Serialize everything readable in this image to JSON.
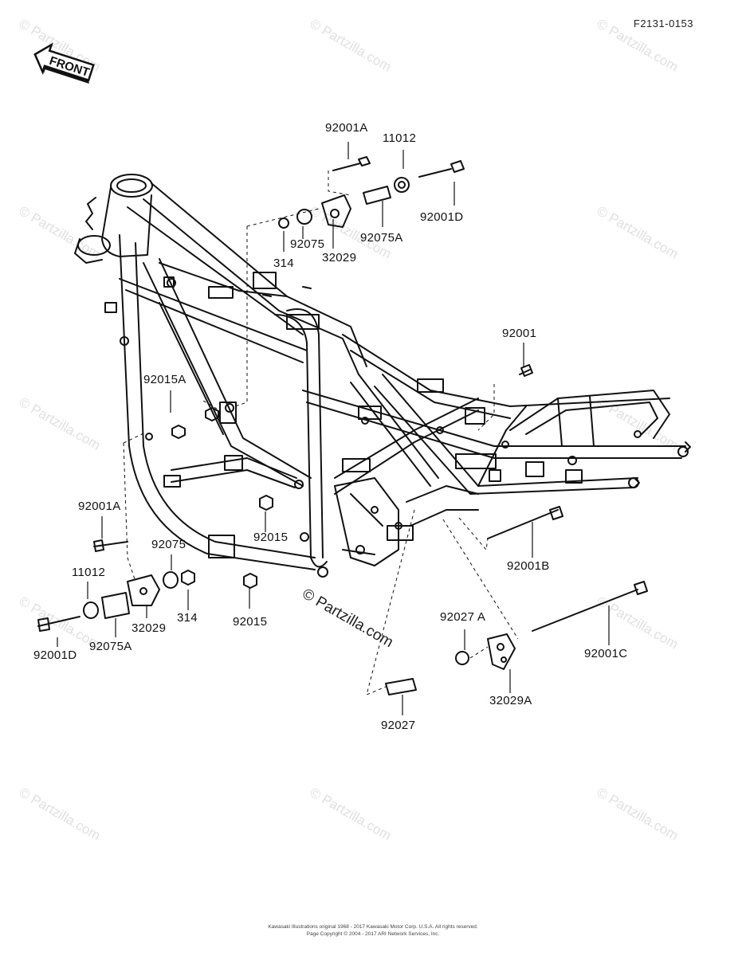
{
  "figure_id": "F2131-0153",
  "front_label": "FRONT",
  "watermark": "© Partzilla.com",
  "watermark_center": "© Partzilla.com",
  "parts": [
    {
      "id": "p1",
      "label": "92001A"
    },
    {
      "id": "p2",
      "label": "11012"
    },
    {
      "id": "p3",
      "label": "92075"
    },
    {
      "id": "p4",
      "label": "314"
    },
    {
      "id": "p5",
      "label": "32029"
    },
    {
      "id": "p6",
      "label": "92075A"
    },
    {
      "id": "p7",
      "label": "92001D"
    },
    {
      "id": "p8",
      "label": "92001"
    },
    {
      "id": "p9",
      "label": "92015A"
    },
    {
      "id": "p10",
      "label": "92001A"
    },
    {
      "id": "p11",
      "label": "92075"
    },
    {
      "id": "p12",
      "label": "11012"
    },
    {
      "id": "p13",
      "label": "32029"
    },
    {
      "id": "p14",
      "label": "314"
    },
    {
      "id": "p15",
      "label": "92001D"
    },
    {
      "id": "p16",
      "label": "92075A"
    },
    {
      "id": "p17",
      "label": "92015"
    },
    {
      "id": "p18",
      "label": "92015"
    },
    {
      "id": "p19",
      "label": "92001B"
    },
    {
      "id": "p20",
      "label": "92027 A"
    },
    {
      "id": "p21",
      "label": "92001C"
    },
    {
      "id": "p22",
      "label": "32029A"
    },
    {
      "id": "p23",
      "label": "92027"
    }
  ],
  "footer": {
    "line1": "Kawasaki Illustrations original 1968 - 2017 Kawasaki Motor Corp. U.S.A. All rights reserved.",
    "line2": "Page Copyright © 2004 - 2017 ARI Network Services, Inc."
  }
}
